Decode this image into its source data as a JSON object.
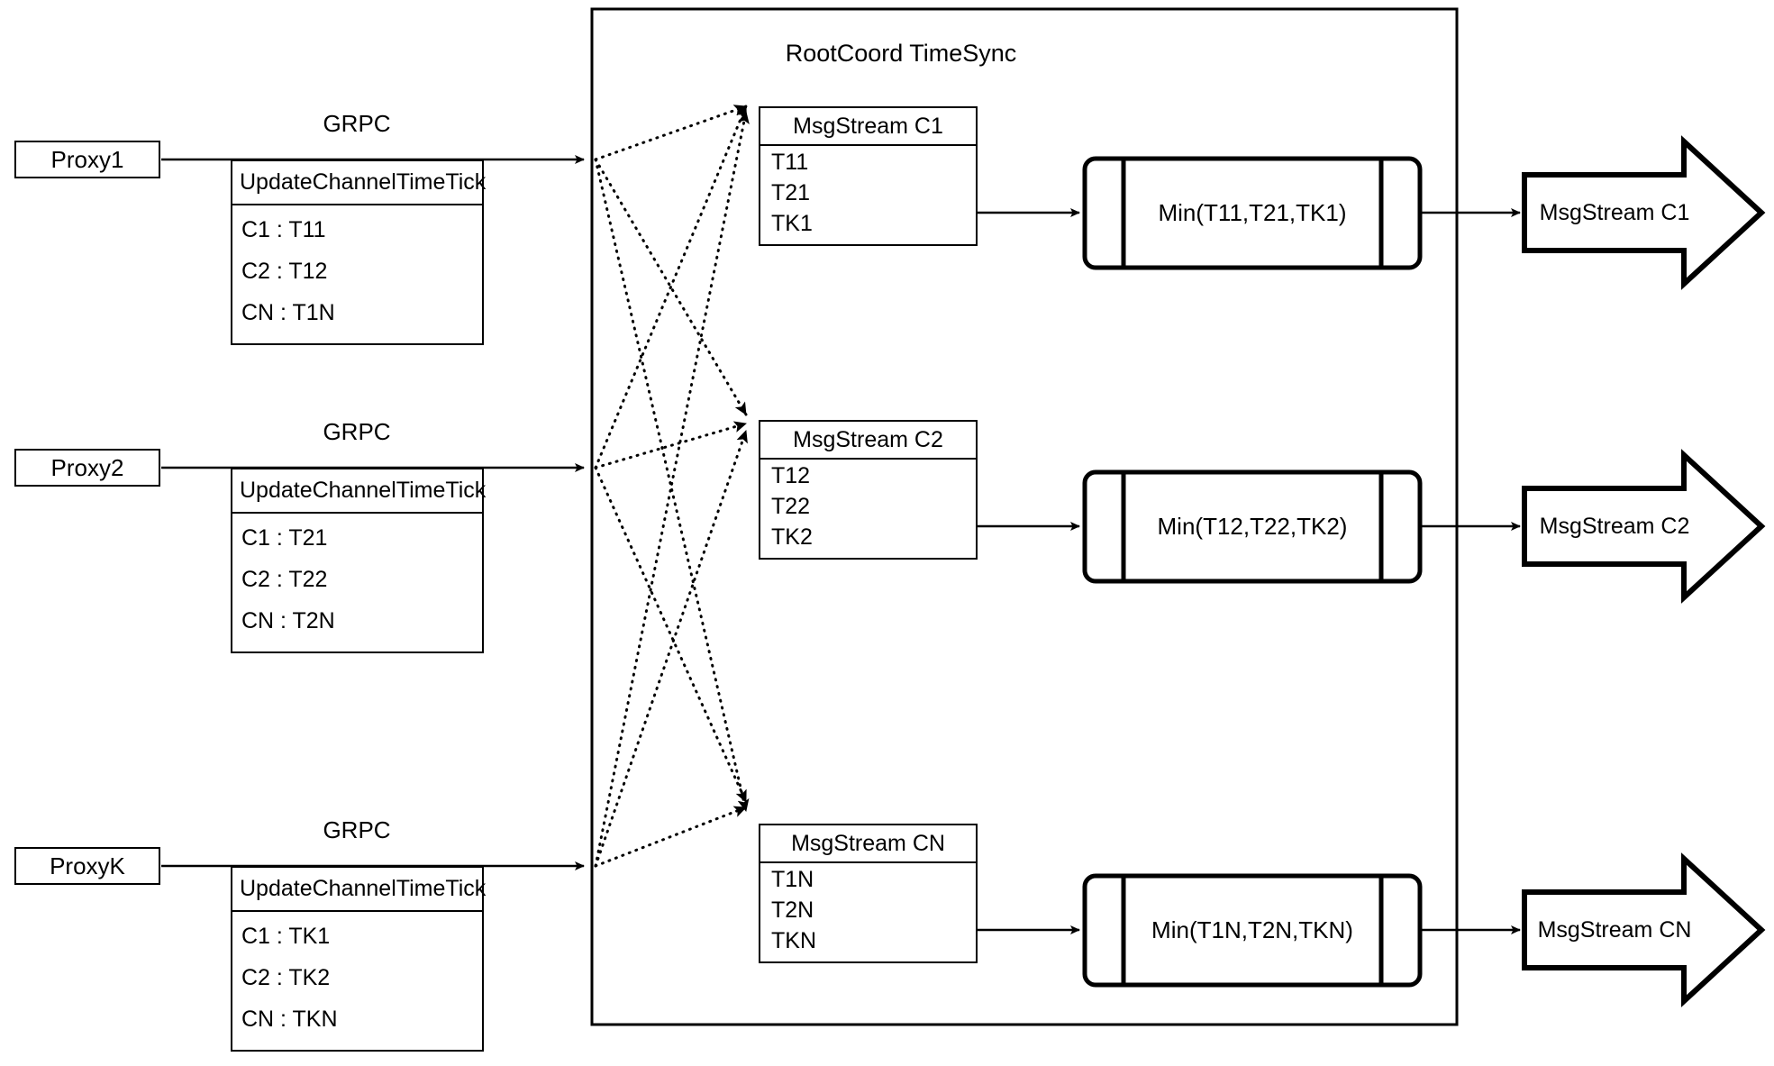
{
  "diagram": {
    "title": "RootCoord TimeSync",
    "container_label": "RootCoord TimeSync"
  },
  "proxies": [
    {
      "name": "Proxy1",
      "link_label": "GRPC",
      "rpc_title": "UpdateChannelTimeTick",
      "rows": [
        "C1 :  T11",
        "C2 :  T12",
        "CN : T1N"
      ]
    },
    {
      "name": "Proxy2",
      "link_label": "GRPC",
      "rpc_title": "UpdateChannelTimeTick",
      "rows": [
        "C1 :  T21",
        "C2 :  T22",
        "CN : T2N"
      ]
    },
    {
      "name": "ProxyK",
      "link_label": "GRPC",
      "rpc_title": "UpdateChannelTimeTick",
      "rows": [
        "C1 :  TK1",
        "C2 :  TK2",
        "CN : TKN"
      ]
    }
  ],
  "channels": [
    {
      "msgstream_title": "MsgStream C1",
      "ticks": [
        "T11",
        "T21",
        "TK1"
      ],
      "min_label": "Min(T11,T21,TK1)",
      "output_label": "MsgStream C1"
    },
    {
      "msgstream_title": "MsgStream C2",
      "ticks": [
        "T12",
        "T22",
        "TK2"
      ],
      "min_label": "Min(T12,T22,TK2)",
      "output_label": "MsgStream C2"
    },
    {
      "msgstream_title": "MsgStream CN",
      "ticks": [
        "T1N",
        "T2N",
        "TKN"
      ],
      "min_label": "Min(T1N,T2N,TKN)",
      "output_label": "MsgStream CN"
    }
  ],
  "colors": {
    "stroke": "#000000",
    "background": "#ffffff"
  }
}
